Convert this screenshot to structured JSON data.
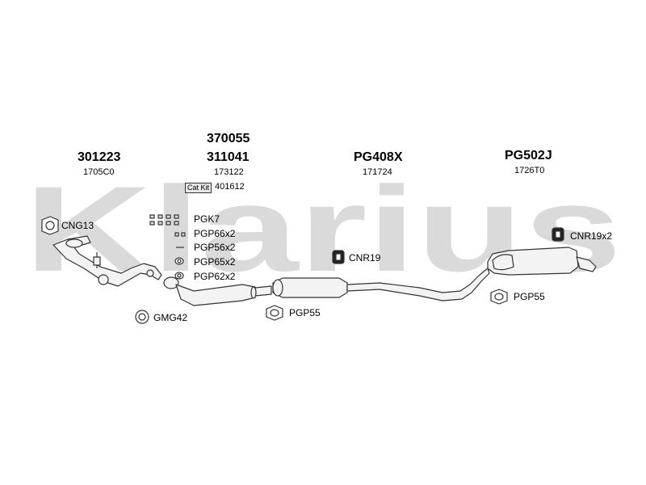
{
  "watermark": "Klarius",
  "colors": {
    "watermark": "#d9d9d9",
    "line": "#333333",
    "fill": "#f2f2f2"
  },
  "sections": [
    {
      "main": "301223",
      "sub": "1705C0"
    },
    {
      "main_top": "370055",
      "main": "311041",
      "sub": "173122"
    },
    {
      "main": "PG408X",
      "sub": "171724"
    },
    {
      "main": "PG502J",
      "sub": "1726T0"
    }
  ],
  "cat_kit": {
    "badge": "Cat Kit",
    "code": "401612"
  },
  "parts": {
    "cng13": "CNG13",
    "pgk7": "PGK7",
    "pgp66": "PGP66x2",
    "pgp56": "PGP56x2",
    "pgp65": "PGP65x2",
    "pgp62": "PGP62x2",
    "gmg42": "GMG42",
    "pgp55_mid": "PGP55",
    "cnr19": "CNR19",
    "cnr19x2": "CNR19x2",
    "pgp55_rear": "PGP55"
  }
}
